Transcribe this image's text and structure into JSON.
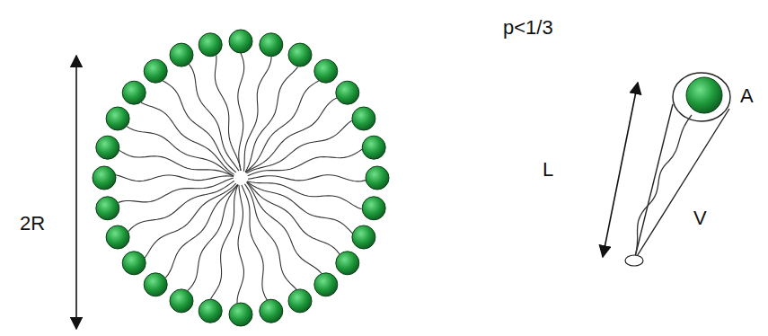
{
  "diagram": {
    "labels": [
      "2R",
      "p<1/3",
      "L",
      "A",
      "V"
    ]
  }
}
